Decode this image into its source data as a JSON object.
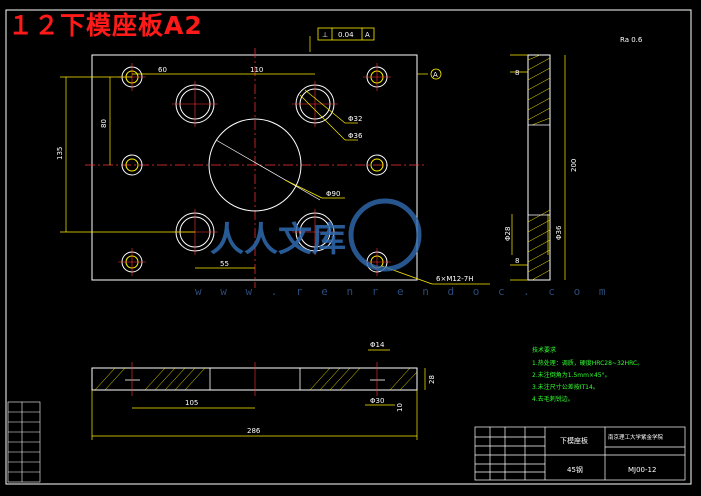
{
  "title": "１２下模座板A2",
  "watermark": {
    "logo_text": "人人文库",
    "url": "w w w . r e n r e n d o c . c o m"
  },
  "roughness": "Ra 0.6",
  "drawing": {
    "datum_label": "A",
    "flatness_frame": [
      "⊥",
      "0.04",
      "A"
    ],
    "dims_top": [
      "60",
      "110",
      "80",
      "135",
      "Φ32",
      "Φ36",
      "Φ90",
      "55",
      "6×M12-7H"
    ],
    "dims_side": [
      "8",
      "200",
      "Φ28",
      "Φ36",
      "8"
    ],
    "dims_bottom": [
      "Φ14",
      "28",
      "105",
      "Φ30",
      "10",
      "286"
    ]
  },
  "tech_notes": {
    "title": "技术要求",
    "items": [
      "1.热处理：调质，硬度HRC28~32HRC。",
      "2.未注倒角为1.5mm×45°。",
      "3.未注尺寸公差按IT14。",
      "4.去毛刺锐边。"
    ]
  },
  "title_block": {
    "part_name": "下模座板",
    "material": "45钢",
    "drawing_no": "MJ00-12",
    "school": "南京理工大学紫金学院"
  }
}
